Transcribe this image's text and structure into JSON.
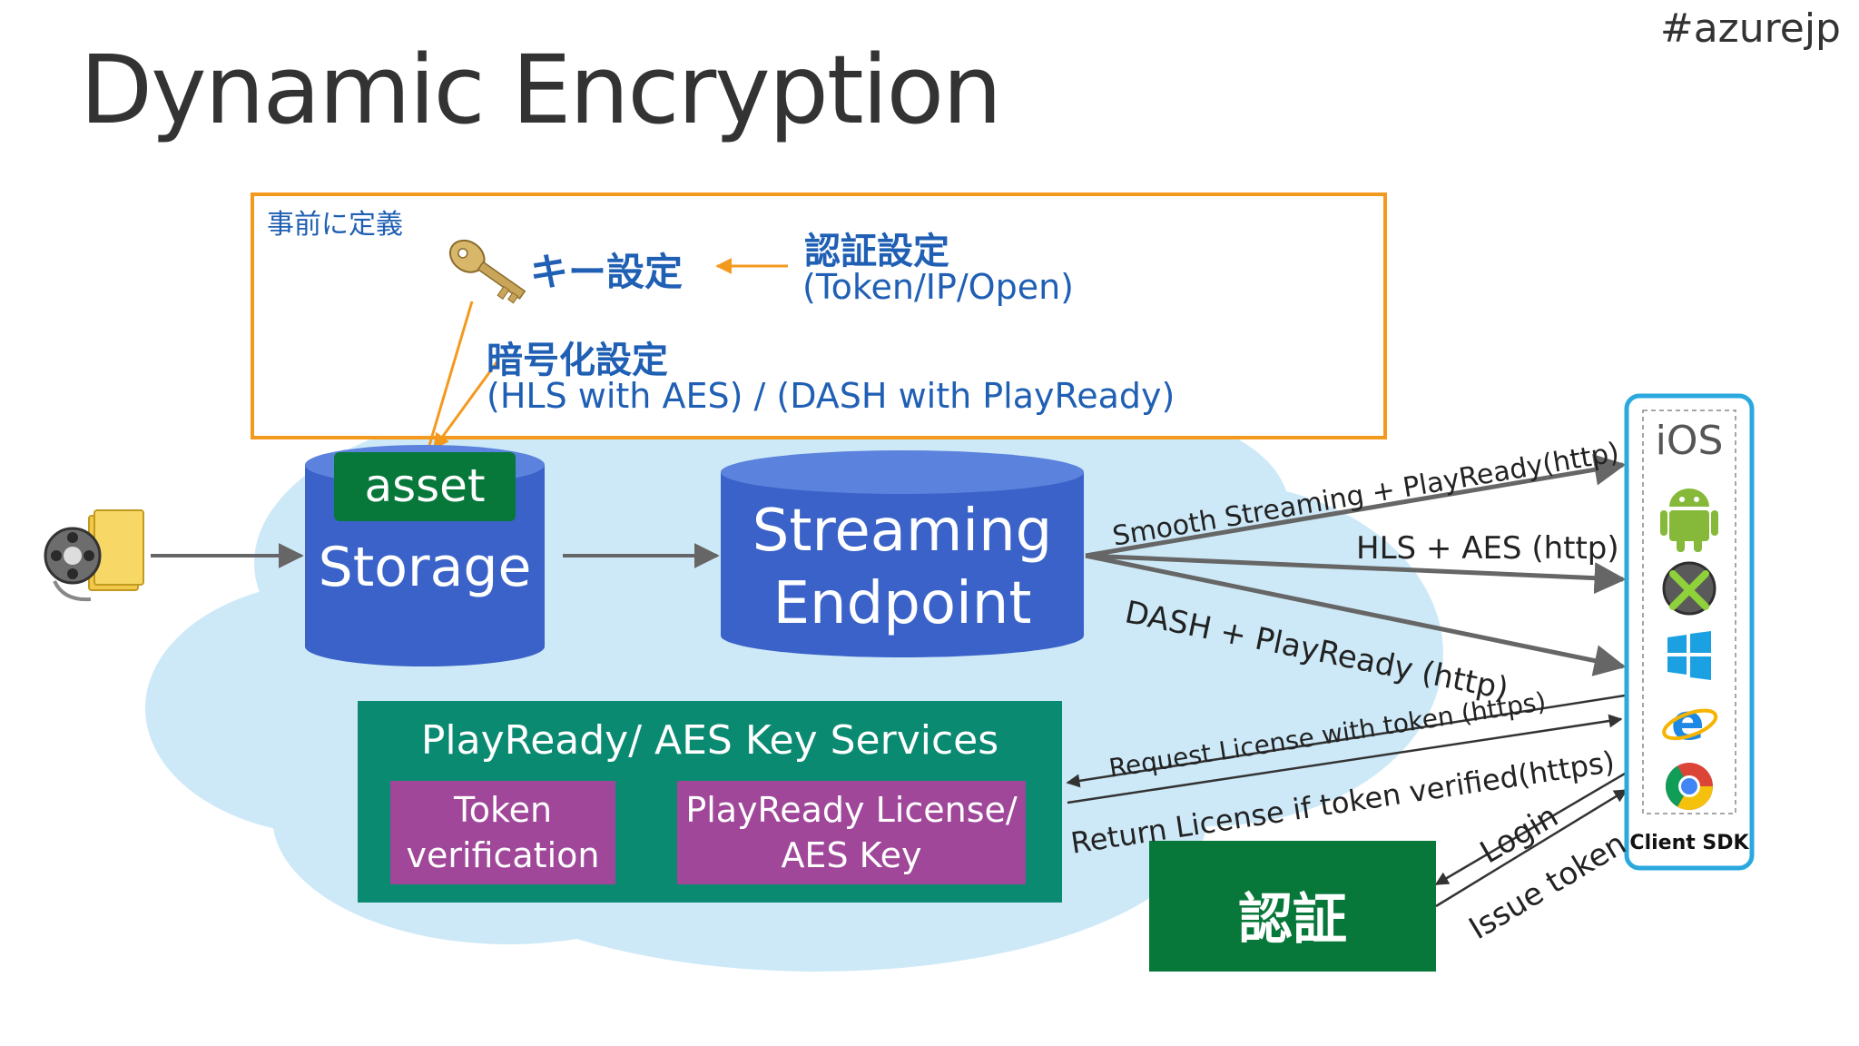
{
  "title": "Dynamic Encryption",
  "hashtag": "#azurejp",
  "predefined_box": {
    "label": "事前に定義",
    "key_setting": "キー設定",
    "auth_setting": "認証設定",
    "auth_options": "(Token/IP/Open)",
    "encryption_setting": "暗号化設定",
    "encryption_options": "(HLS with AES) / (DASH with PlayReady)"
  },
  "storage": {
    "badge": "asset",
    "label": "Storage"
  },
  "streaming_endpoint": {
    "line1": "Streaming",
    "line2": "Endpoint"
  },
  "key_services": {
    "title": "PlayReady/ AES Key Services",
    "token_line1": "Token",
    "token_line2": "verification",
    "license_line1": "PlayReady License/",
    "license_line2": "AES Key"
  },
  "auth_box": {
    "label": "認証"
  },
  "client_sdk": {
    "label": "Client SDK",
    "platforms": [
      "ios-icon",
      "android-icon",
      "xbox-icon",
      "windows-icon",
      "ie-icon",
      "chrome-icon"
    ],
    "ios_text": "iOS"
  },
  "arrows": {
    "smooth": "Smooth Streaming + PlayReady(http)",
    "hls": "HLS + AES (http)",
    "dash": "DASH + PlayReady (http)",
    "request": "Request License with token (https)",
    "return": "Return License if token verified(https)",
    "login": "Login",
    "issue": "Issue token"
  },
  "colors": {
    "orange": "#f39a1e",
    "blue_cylinder": "#3a62c8",
    "teal": "#0b8a72",
    "purple": "#a0479a",
    "green": "#07783a",
    "cloud": "#cde9f8",
    "client_border": "#2ba9de"
  }
}
